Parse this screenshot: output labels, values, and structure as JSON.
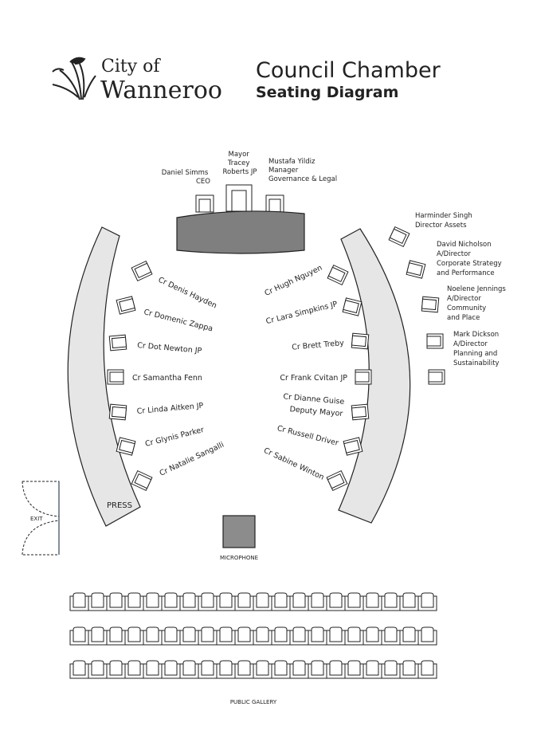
{
  "logo": {
    "line1": "City of",
    "line2": "Wanneroo"
  },
  "header": {
    "title": "Council Chamber",
    "subtitle": "Seating Diagram"
  },
  "top_table": {
    "left": [
      "Daniel Simms",
      "CEO"
    ],
    "center": [
      "Mayor",
      "Tracey",
      "Roberts JP"
    ],
    "right": [
      "Mustafa Yildiz",
      "Manager",
      "Governance & Legal"
    ]
  },
  "left_councillors": [
    "Cr Denis Hayden",
    "Cr Domenic Zappa",
    "Cr Dot Newton JP",
    "Cr Samantha Fenn",
    "Cr Linda Aitken JP",
    "Cr Glynis Parker",
    "Cr Natalie Sangalli"
  ],
  "right_councillors": [
    "Cr Hugh Nguyen",
    "Cr Lara Simpkins JP",
    "Cr Brett Treby",
    "Cr Frank Cvitan JP",
    "Cr Dianne Guise",
    "Deputy Mayor",
    "Cr Russell Driver",
    "Cr Sabine Winton"
  ],
  "staff": [
    [
      "Harminder Singh",
      "Director  Assets"
    ],
    [
      "David Nicholson",
      "A/Director",
      "Corporate Strategy",
      "and Performance"
    ],
    [
      "Noelene Jennings",
      "A/Director",
      "Community",
      "and Place"
    ],
    [
      "Mark Dickson",
      "A/Director",
      "Planning and",
      "Sustainability"
    ]
  ],
  "labels": {
    "press": "PRESS",
    "exit": "EXIT",
    "microphone": "MICROPHONE",
    "public_gallery": "PUBLIC GALLERY"
  },
  "gallery": {
    "rows": 3,
    "seats_per_row": 20
  },
  "colors": {
    "desk": "#7f7f7f",
    "band": "#e6e6e6",
    "ink": "#222222"
  }
}
